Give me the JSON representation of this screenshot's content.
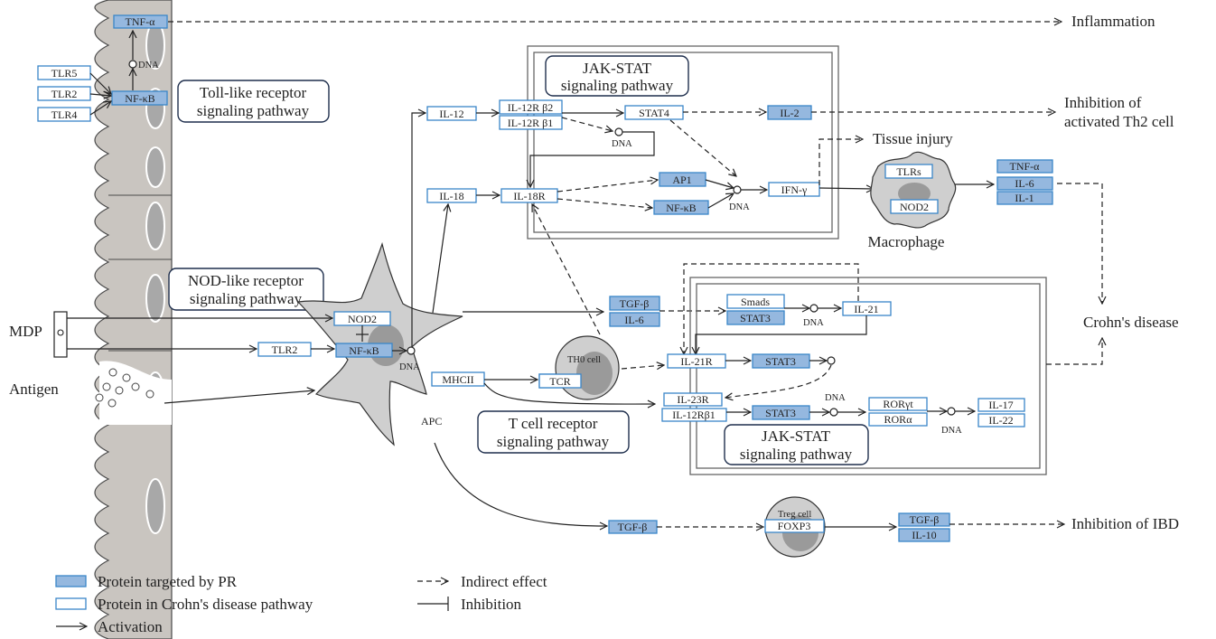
{
  "proteins": {
    "tnf_alpha_gut": "TNF-α",
    "tlr5": "TLR5",
    "tlr2_gut": "TLR2",
    "tlr4": "TLR4",
    "nfkb_gut": "NF-κB",
    "il12": "IL-12",
    "il12rb2": "IL-12R β2",
    "il12rb1_top": "IL-12R β1",
    "stat4": "STAT4",
    "il2": "IL-2",
    "il18": "IL-18",
    "il18r": "IL-18R",
    "ap1": "AP1",
    "nfkb_jak": "NF-κB",
    "ifn_gamma": "IFN-γ",
    "tlrs_macro": "TLRs",
    "nod2_macro": "NOD2",
    "tnf_alpha_out": "TNF-α",
    "il6_out": "IL-6",
    "il1_out": "IL-1",
    "nod2_apc": "NOD2",
    "tlr2_apc": "TLR2",
    "nfkb_apc": "NF-κB",
    "tgfb_mid": "TGF-β",
    "il6_mid": "IL-6",
    "smads": "Smads",
    "stat3_a": "STAT3",
    "il21": "IL-21",
    "mhcii": "MHCII",
    "tcr": "TCR",
    "il21r": "IL-21R",
    "stat3_b": "STAT3",
    "il23r": "IL-23R",
    "il12rb1_low": "IL-12Rβ1",
    "stat3_c": "STAT3",
    "rorgt": "RORγt",
    "rora": "RORα",
    "il17": "IL-17",
    "il22": "IL-22",
    "tgfb_low": "TGF-β",
    "foxp3": "FOXP3",
    "tgfb_out": "TGF-β",
    "il10_out": "IL-10"
  },
  "pathways": {
    "toll_like": [
      "Toll-like receptor",
      "signaling pathway"
    ],
    "jak_stat_top": [
      "JAK-STAT",
      "signaling pathway"
    ],
    "nod_like": [
      "NOD-like receptor",
      "signaling pathway"
    ],
    "t_cell_receptor": [
      "T cell receptor",
      "signaling pathway"
    ],
    "jak_stat_bottom": [
      "JAK-STAT",
      "signaling pathway"
    ]
  },
  "outcomes": {
    "inflammation": "Inflammation",
    "inhibition_th2": [
      "Inhibition of",
      "activated Th2 cell"
    ],
    "tissue_injury": "Tissue injury",
    "crohns": "Crohn's disease",
    "inhibition_ibd": "Inhibition of IBD"
  },
  "labels": {
    "mdp": "MDP",
    "antigen": "Antigen",
    "macrophage": "Macrophage",
    "apc": "APC",
    "th0_cell": "TH0 cell",
    "treg_cell": "Treg cell",
    "dna": "DNA"
  },
  "legend": {
    "targeted": "Protein targeted by PR",
    "pathway": "Protein in Crohn's disease pathway",
    "activation": "Activation",
    "indirect": "Indirect effect",
    "inhibition": "Inhibition"
  },
  "colors": {
    "targeted_fill": "#95b8df",
    "box_stroke": "#3a86c8",
    "epithelium": "#c9c5c0",
    "cell_gray": "#cfcfcf",
    "nucleus_gray": "#9a9a9a"
  }
}
